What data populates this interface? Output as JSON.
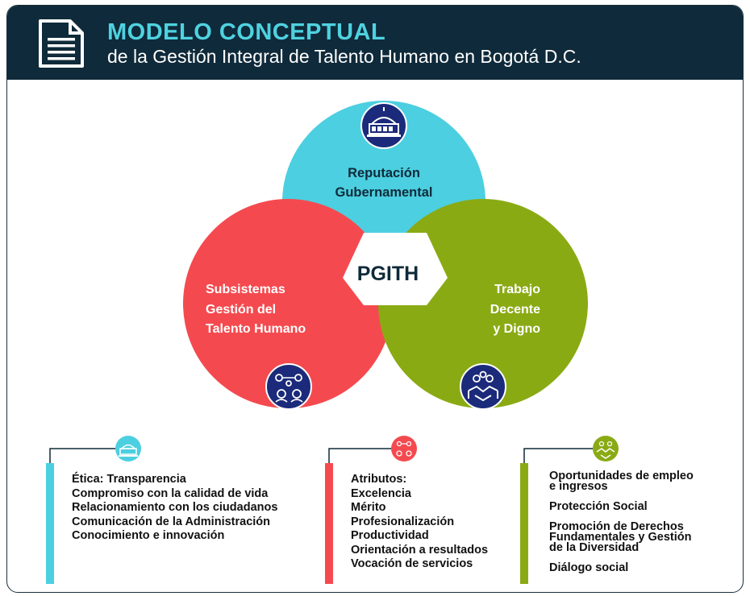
{
  "header": {
    "title": "MODELO CONCEPTUAL",
    "subtitle": "de la Gestión Integral de Talento Humano en Bogotá D.C."
  },
  "diagram": {
    "top_label_1": "Reputación",
    "top_label_2": "Gubernamental",
    "left_label_1": "Subsistemas",
    "left_label_2": "Gestión del",
    "left_label_3": "Talento Humano",
    "right_label_1": "Trabajo",
    "right_label_2": "Decente",
    "right_label_3": "y Digno",
    "center_label": "PGITH"
  },
  "columns": {
    "col1": {
      "items": [
        "Ética: Transparencia",
        "Compromiso con la calidad de vida",
        "Relacionamiento con los ciudadanos",
        "Comunicación de la Administración",
        "Conocimiento e innovación"
      ]
    },
    "col2": {
      "heading": "Atributos:",
      "items": [
        "Excelencia",
        "Mérito",
        "Profesionalización",
        "Productividad",
        "Orientación a resultados",
        "Vocación de servicios"
      ]
    },
    "col3": {
      "item1_line1": "Oportunidades de empleo",
      "item1_line2": "e ingresos",
      "item2": "Protección Social",
      "item3_line1": "Promoción de Derechos",
      "item3_line2": "Fundamentales y Gestión",
      "item3_line3": "de la Diversidad",
      "item4": "Diálogo social"
    }
  },
  "colors": {
    "navy": "#0f2a3a",
    "cyan": "#4ccfe0",
    "red": "#f44a4f",
    "green": "#8aaa14",
    "icon_circle": "#1b2a7a"
  },
  "icons": [
    "document-icon",
    "government-building-icon",
    "people-network-icon",
    "handshake-group-icon"
  ]
}
